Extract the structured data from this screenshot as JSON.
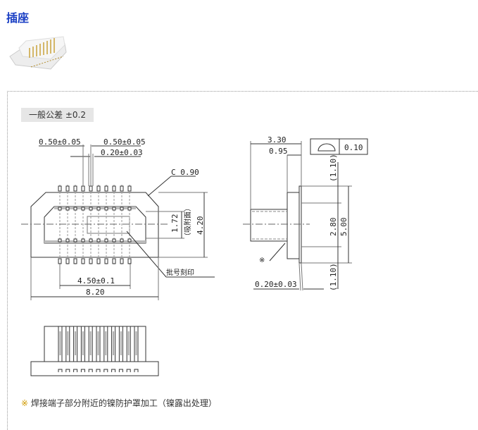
{
  "title": "插座",
  "tolerance_label": "一般公差 ±0.2",
  "front_view": {
    "pitch_left": "0.50±0.05",
    "pitch_right": "0.50±0.05",
    "pin_width": "0.20±0.03",
    "chamfer": "C 0.90",
    "suction_height": "1.72",
    "suction_label": "（吸附面）",
    "height": "4.20",
    "lot_marking": "批号刻印",
    "pin_span": "4.50±0.1",
    "width": "8.20"
  },
  "side_view": {
    "depth": "3.30",
    "flange": "0.95",
    "flatness_value": "0.10",
    "top_gap": "(1.10)",
    "inner": "2.80",
    "height": "5.00",
    "bottom_gap": "(1.10)",
    "mark": "※",
    "pin_thickness": "0.20±0.03"
  },
  "note": {
    "mark": "※",
    "text": "焊接端子部分附近的镍防护罩加工（镍露出处理）"
  }
}
